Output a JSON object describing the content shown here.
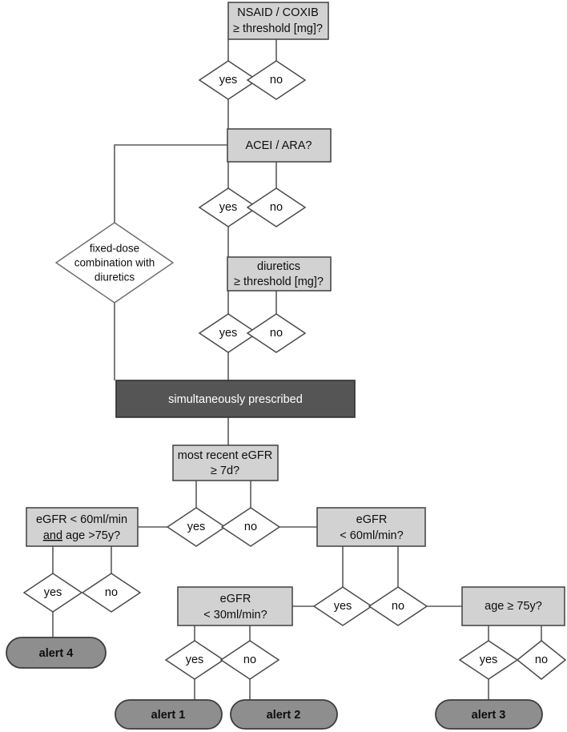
{
  "diagram": {
    "title": "NSAID/ACEI/ARA/diuretic renal risk clinical decision support flowchart",
    "colors": {
      "box_fill": "#d2d2d2",
      "box_stroke": "#4a4a4a",
      "dark_fill": "#555555",
      "alert_fill": "#8e8e8e",
      "diamond_fill": "#ffffff",
      "connector": "#5a5a5a",
      "page_background": "#ffffff"
    },
    "nodes": {
      "nsaid_coxib": {
        "type": "process-box",
        "line1": "NSAID / COXIB",
        "line2": "≥ threshold [mg]?"
      },
      "acei_ara": {
        "type": "process-box",
        "line1": "ACEI / ARA?"
      },
      "fixed_dose": {
        "type": "decision-diamond",
        "line1": "fixed-dose",
        "line2": "combination with",
        "line3": "diuretics"
      },
      "diuretics": {
        "type": "process-box",
        "line1": "diuretics",
        "line2": "≥ threshold [mg]?"
      },
      "simultaneously_prescribed": {
        "type": "dark-bar",
        "line1": "simultaneously prescribed"
      },
      "most_recent_egfr": {
        "type": "process-box",
        "line1": "most recent eGFR",
        "line2": "≥ 7d?"
      },
      "egfr60_and_age75": {
        "type": "process-box",
        "line1_a": "eGFR < 60ml/min",
        "line2_a": "and",
        "line2_b": " age >75y?"
      },
      "egfr_lt_60": {
        "type": "process-box",
        "line1": "eGFR",
        "line2": "< 60ml/min?"
      },
      "egfr_lt_30": {
        "type": "process-box",
        "line1": "eGFR",
        "line2": "< 30ml/min?"
      },
      "age_ge_75": {
        "type": "process-box",
        "line1": "age ≥ 75y?"
      },
      "alert1": {
        "type": "alert-pill",
        "label": "alert 1"
      },
      "alert2": {
        "type": "alert-pill",
        "label": "alert 2"
      },
      "alert3": {
        "type": "alert-pill",
        "label": "alert 3"
      },
      "alert4": {
        "type": "alert-pill",
        "label": "alert 4"
      }
    },
    "branch_labels": {
      "yes": "yes",
      "no": "no"
    },
    "branches": [
      {
        "id": "nsaid-yes",
        "label": "yes"
      },
      {
        "id": "nsaid-no",
        "label": "no"
      },
      {
        "id": "acei-yes",
        "label": "yes"
      },
      {
        "id": "acei-no",
        "label": "no"
      },
      {
        "id": "diuretics-yes",
        "label": "yes"
      },
      {
        "id": "diuretics-no",
        "label": "no"
      },
      {
        "id": "egfr7d-yes",
        "label": "yes"
      },
      {
        "id": "egfr7d-no",
        "label": "no"
      },
      {
        "id": "combo60-yes",
        "label": "yes"
      },
      {
        "id": "combo60-no",
        "label": "no"
      },
      {
        "id": "egfr60-yes",
        "label": "yes"
      },
      {
        "id": "egfr60-no",
        "label": "no"
      },
      {
        "id": "egfr30-yes",
        "label": "yes"
      },
      {
        "id": "egfr30-no",
        "label": "no"
      },
      {
        "id": "age75-yes",
        "label": "yes"
      },
      {
        "id": "age75-no",
        "label": "no"
      }
    ]
  }
}
